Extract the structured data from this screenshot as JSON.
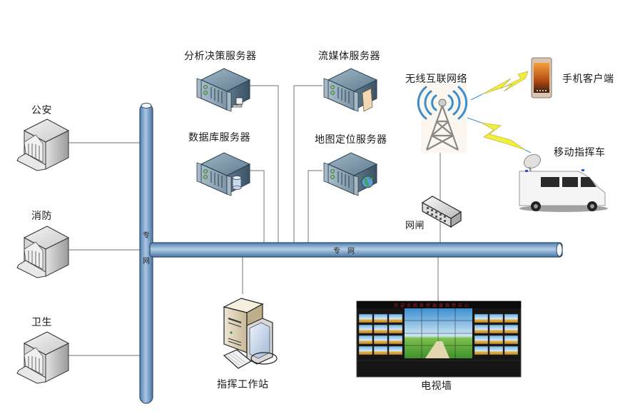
{
  "departments": [
    {
      "label": "公安"
    },
    {
      "label": "消防"
    },
    {
      "label": "卫生"
    }
  ],
  "backbone": {
    "vertical_label_top": "专",
    "vertical_label_bottom": "网",
    "horizontal_label": "专　网"
  },
  "servers": [
    {
      "label": "分析决策服务器",
      "badge": "workstation-icon"
    },
    {
      "label": "流媒体服务器",
      "badge": "document-icon"
    },
    {
      "label": "数据库服务器",
      "badge": "database-icon"
    },
    {
      "label": "地图定位服务器",
      "badge": "globe-icon"
    }
  ],
  "wireless": {
    "label": "无线互联网络",
    "gateway_label": "网闸"
  },
  "mobile_clients": [
    {
      "label": "手机客户端"
    },
    {
      "label": "移动指挥车"
    }
  ],
  "workstation": {
    "label": "指挥工作站"
  },
  "video_wall": {
    "label": "电视墙",
    "banner_text": "欢迎光临务控调度指挥中心"
  },
  "colors": {
    "pipe": "#6f9ac4",
    "pipe_light": "#a9c6e2",
    "line": "#8c8c8c",
    "lightning": "#f2ee3a",
    "signal": "#3a8ed0"
  }
}
